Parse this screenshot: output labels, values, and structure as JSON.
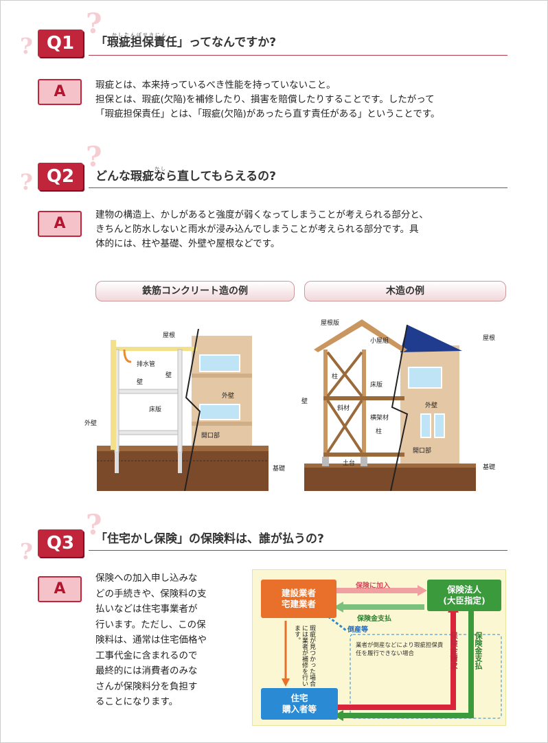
{
  "q1": {
    "badge": "Q1",
    "title": "「瑕疵担保責任」ってなんですか?",
    "ruby": "かしたんぽせきにん",
    "answer_badge": "A",
    "answer": [
      "瑕疵とは、本来持っているべき性能を持っていないこと。",
      "担保とは、瑕疵(欠陥)を補修したり、損害を賠償したりすることです。したがって",
      "「瑕疵担保責任」とは、「瑕疵(欠陥)があったら直す責任がある」ということです。"
    ]
  },
  "q2": {
    "badge": "Q2",
    "title": "どんな瑕疵なら直してもらえるの?",
    "ruby": "かし",
    "answer_badge": "A",
    "answer": [
      "建物の構造上、かしがあると強度が弱くなってしまうことが考えられる部分と、",
      "きちんと防水しないと雨水が浸み込んでしまうことが考えられる部分です。具",
      "体的には、柱や基礎、外壁や屋根などです。"
    ]
  },
  "rc_example": {
    "caption": "鉄筋コンクリート造の例",
    "labels": {
      "roof": "屋根",
      "drain": "排水管",
      "wall1": "壁",
      "wall2": "壁",
      "exterior_wall": "外壁",
      "floor": "床版",
      "opening": "開口部",
      "exterior_wall_left": "外壁",
      "foundation": "基礎"
    }
  },
  "wood_example": {
    "caption": "木造の例",
    "labels": {
      "roof_board": "屋根版",
      "attic": "小屋組",
      "roof": "屋根",
      "pillar": "柱",
      "floor": "床版",
      "wall": "壁",
      "brace": "斜材",
      "frame": "横架材",
      "pillar2": "柱",
      "exterior_wall": "外壁",
      "opening": "開口部",
      "sill": "土台",
      "foundation": "基礎"
    }
  },
  "q3": {
    "badge": "Q3",
    "title": "「住宅かし保険」の保険料は、誰が払うの?",
    "answer_badge": "A",
    "answer": [
      "保険への加入申し込みな",
      "どの手続きや、保険料の支",
      "払いなどは住宅事業者が",
      "行います。ただし、この保",
      "険料は、通常は住宅価格や",
      "工事代金に含まれるので",
      "最終的には消費者のみな",
      "さんが保険料分を負担す",
      "ることになります。"
    ]
  },
  "flow": {
    "builder": "建設業者\n宅建業者",
    "insurer": "保険法人\n(大臣指定)",
    "buyer": "住宅\n購入者等",
    "join": "保険に加入",
    "payout": "保険金支払",
    "bankrupt": "倒産等",
    "repair_note": "瑕疵が見つかった場合には業者が補修を行います。",
    "bankrupt_note": "業者が倒産などにより瑕疵担保責任を履行できない場合",
    "claim": "保険金請求",
    "payout2": "保険金支払"
  },
  "colors": {
    "red": "#c0253c",
    "pink": "#f4c2c8",
    "orange": "#e9702a",
    "green": "#3a9a3c",
    "blue": "#2a8ad4",
    "yellow_bg": "#fbf7d2"
  }
}
